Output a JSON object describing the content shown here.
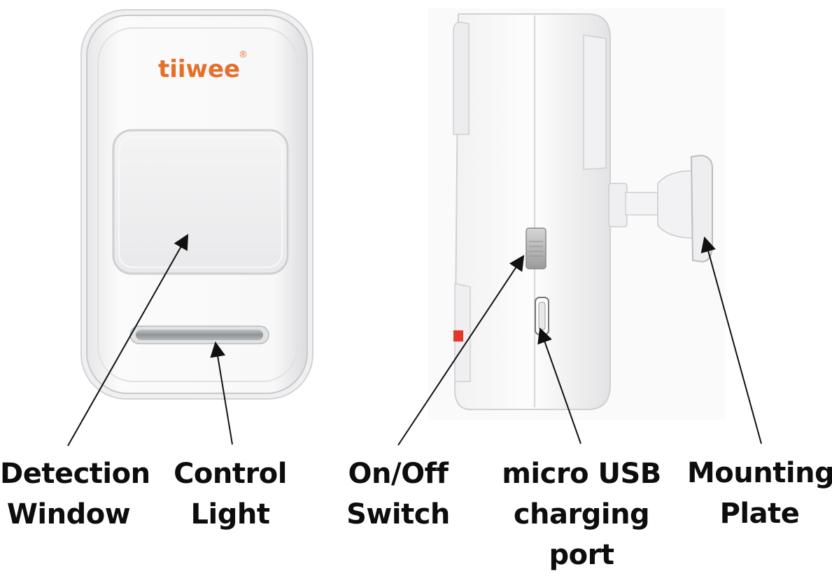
{
  "brand": {
    "logo": "tiiwee",
    "registered_mark": "®"
  },
  "colors": {
    "brand_orange": "#e4702a",
    "body_white": "#fbfbfb",
    "label_text": "#0d0d0d"
  },
  "labels": {
    "detection_window": [
      "Detection",
      "Window"
    ],
    "control_light": [
      "Control",
      "Light"
    ],
    "on_off_switch": [
      "On/Off",
      "Switch"
    ],
    "usb_port": [
      "micro USB",
      "charging",
      "port"
    ],
    "mounting_plate": [
      "Mounting",
      "Plate"
    ]
  }
}
